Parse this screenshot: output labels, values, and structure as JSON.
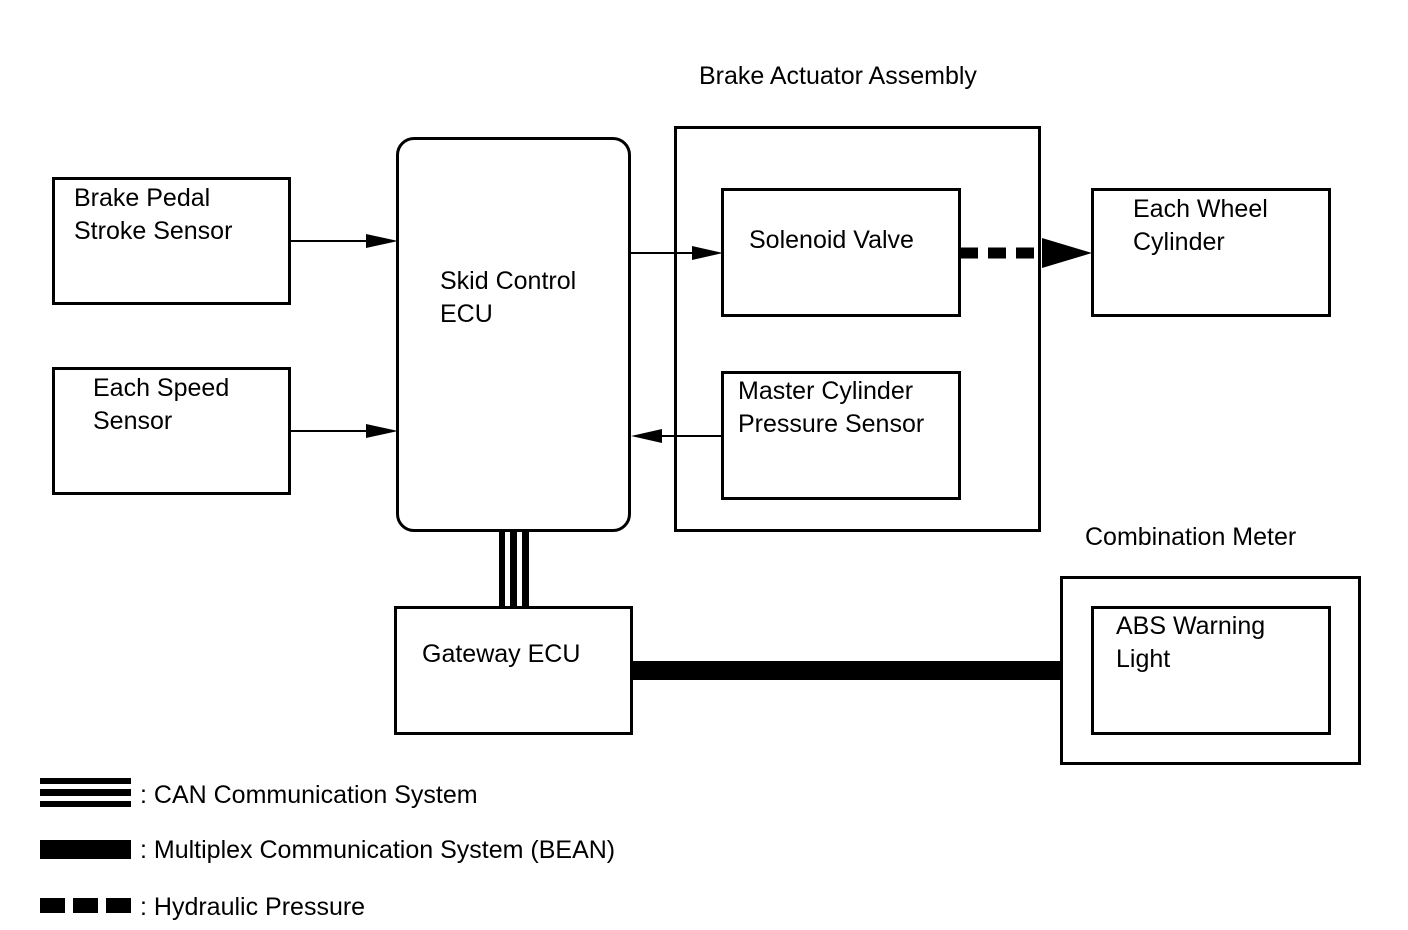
{
  "group_labels": {
    "brake_actuator_assembly": "Brake Actuator Assembly",
    "combination_meter": "Combination Meter"
  },
  "nodes": {
    "brake_pedal_stroke_sensor": "Brake Pedal\nStroke Sensor",
    "each_speed_sensor": "Each Speed\nSensor",
    "skid_control_ecu": "Skid Control\nECU",
    "solenoid_valve": "Solenoid Valve",
    "master_cylinder_pressure_sensor": "Master Cylinder\nPressure Sensor",
    "each_wheel_cylinder": "Each Wheel\nCylinder",
    "gateway_ecu": "Gateway ECU",
    "abs_warning_light": "ABS Warning\nLight"
  },
  "edges": [
    {
      "from": "brake_pedal_stroke_sensor",
      "to": "skid_control_ecu",
      "type": "signal"
    },
    {
      "from": "each_speed_sensor",
      "to": "skid_control_ecu",
      "type": "signal"
    },
    {
      "from": "skid_control_ecu",
      "to": "solenoid_valve",
      "type": "signal"
    },
    {
      "from": "master_cylinder_pressure_sensor",
      "to": "skid_control_ecu",
      "type": "signal"
    },
    {
      "from": "solenoid_valve",
      "to": "each_wheel_cylinder",
      "type": "hydraulic"
    },
    {
      "from": "skid_control_ecu",
      "to": "gateway_ecu",
      "type": "can"
    },
    {
      "from": "gateway_ecu",
      "to": "abs_warning_light",
      "type": "bean"
    }
  ],
  "legend": {
    "can": ": CAN Communication System",
    "bean": ": Multiplex Communication System (BEAN)",
    "hydraulic": ": Hydraulic Pressure"
  }
}
